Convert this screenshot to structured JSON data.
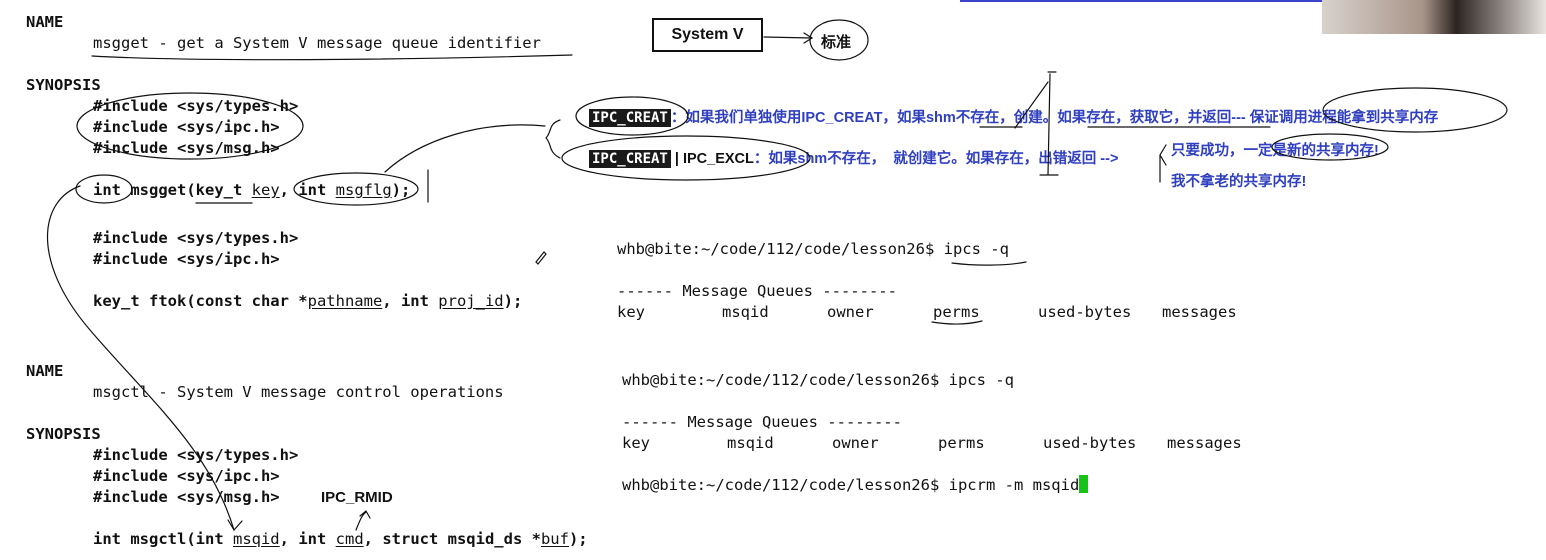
{
  "msgget_man": {
    "name_heading": "NAME",
    "name_desc": "msgget - get a System V message queue identifier",
    "synopsis_heading": "SYNOPSIS",
    "includes": [
      "#include <sys/types.h>",
      "#include <sys/ipc.h>",
      "#include <sys/msg.h>"
    ],
    "proto": {
      "int_kw": "int",
      "fn": "msgget(",
      "type1": "key_t ",
      "arg1": "key",
      "sep": ", ",
      "type2": "int ",
      "arg2": "msgflg",
      "end": ");"
    },
    "ftok_includes": [
      "#include <sys/types.h>",
      "#include <sys/ipc.h>"
    ],
    "ftok_proto": {
      "pre": "key_t ftok(const char *",
      "arg1": "pathname",
      "mid": ", int ",
      "arg2": "proj_id",
      "end": ");"
    }
  },
  "msgctl_man": {
    "name_heading": "NAME",
    "name_desc": "msgctl - System V message control operations",
    "synopsis_heading": "SYNOPSIS",
    "includes": [
      "#include <sys/types.h>",
      "#include <sys/ipc.h>",
      "#include <sys/msg.h>"
    ],
    "ipc_rmid": "IPC_RMID",
    "proto": {
      "pre": "int msgctl(int ",
      "arg1": "msqid",
      "mid1": ", int ",
      "arg2": "cmd",
      "mid2": ", struct msqid_ds *",
      "arg3": "buf",
      "end": ");"
    }
  },
  "annotations": {
    "system_v": "System V",
    "standard": "标准",
    "ipc_creat": "IPC_CREAT",
    "ipc_creat_note": "：如果我们单独使用IPC_CREAT，如果shm不存在，创建。如果存在，获取它，并返回--- 保证调用进程能拿到共享内存",
    "ipc_creat2": "IPC_CREAT",
    "ipc_excl_combo": " | IPC_EXCL",
    "ipc_excl_note": "：如果shm不存在，  就创建它。如果存在，出错返回 -->",
    "success_note": "只要成功，一定是新的共享内存!",
    "no_old_note": "我不拿老的共享内存!"
  },
  "terminal1": {
    "prompt": "whb@bite:~/code/112/code/lesson26$ ",
    "command": "ipcs -q",
    "section": "------ Message Queues --------",
    "columns": [
      "key",
      "msqid",
      "owner",
      "perms",
      "used-bytes",
      "messages"
    ]
  },
  "terminal2": {
    "prompt": "whb@bite:~/code/112/code/lesson26$ ",
    "command": "ipcs -q",
    "section": "------ Message Queues --------",
    "columns": [
      "key",
      "msqid",
      "owner",
      "perms",
      "used-bytes",
      "messages"
    ],
    "prompt2": "whb@bite:~/code/112/code/lesson26$ ",
    "command2": "ipcrm -m msqid"
  },
  "colors": {
    "annotation_blue": "#2f3fbf",
    "cursor_green": "#19c219",
    "ink": "#111111"
  }
}
